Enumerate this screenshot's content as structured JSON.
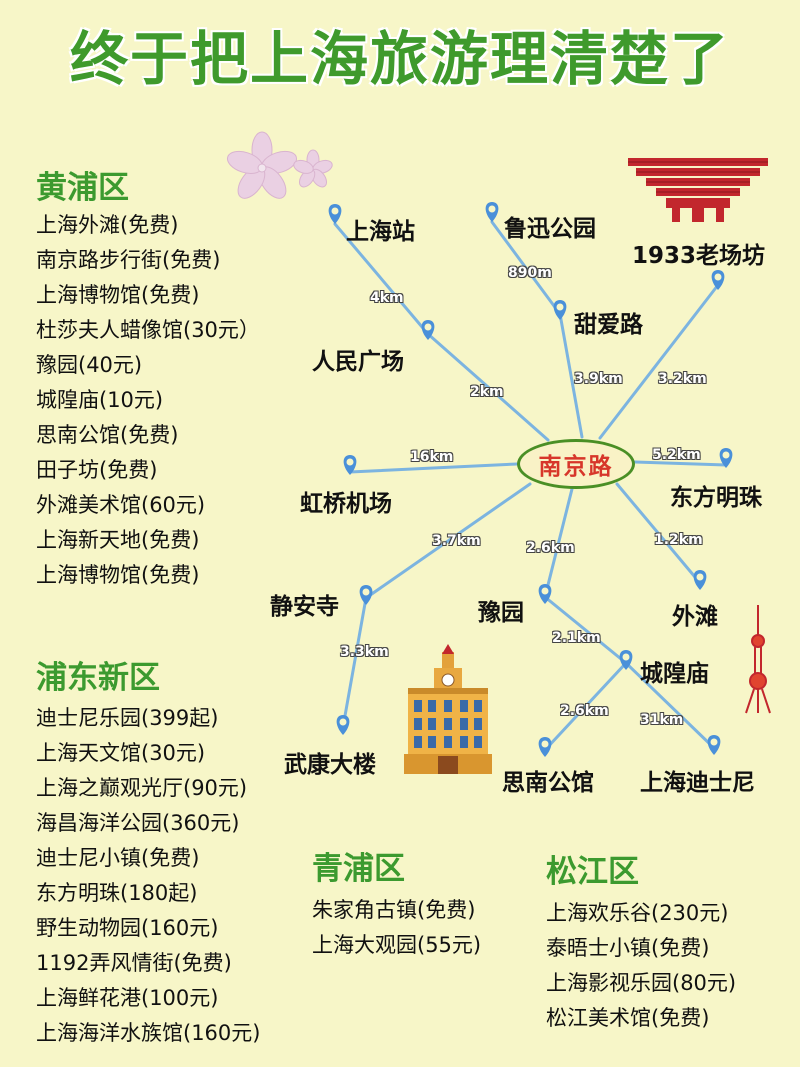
{
  "title": "终于把上海旅游理清楚了",
  "districts": {
    "huangpu": {
      "name": "黄浦区",
      "items": [
        "上海外滩(免费)",
        "南京路步行街(免费)",
        "上海博物馆(免费)",
        "杜莎夫人蜡像馆(30元）",
        "豫园(40元)",
        "城隍庙(10元)",
        "思南公馆(免费)",
        "田子坊(免费)",
        "外滩美术馆(60元)",
        "上海新天地(免费)",
        "上海博物馆(免费)"
      ]
    },
    "pudong": {
      "name": "浦东新区",
      "items": [
        "迪士尼乐园(399起)",
        "上海天文馆(30元)",
        "上海之巅观光厅(90元)",
        "海昌海洋公园(360元)",
        "迪士尼小镇(免费)",
        "东方明珠(180起)",
        "野生动物园(160元)",
        "1192弄风情街(免费)",
        "上海鲜花港(100元)",
        "上海海洋水族馆(160元)"
      ]
    },
    "qingpu": {
      "name": "青浦区",
      "items": [
        "朱家角古镇(免费)",
        "上海大观园(55元)"
      ]
    },
    "songjiang": {
      "name": "松江区",
      "items": [
        "上海欢乐谷(230元)",
        "泰晤士小镇(免费)",
        "上海影视乐园(80元)",
        "松江美术馆(免费)"
      ]
    }
  },
  "map": {
    "center": "南京路",
    "stations": {
      "shanghai_station": "上海站",
      "luxun_park": "鲁迅公园",
      "laochangfang": "1933老场坊",
      "people_square": "人民广场",
      "tianai_road": "甜爱路",
      "hongqiao": "虹桥机场",
      "oriental_pearl": "东方明珠",
      "jingan_temple": "静安寺",
      "yuyuan": "豫园",
      "bund": "外滩",
      "chenghuang_temple": "城隍庙",
      "wukang": "武康大楼",
      "sinan": "思南公馆",
      "disney": "上海迪士尼"
    },
    "distances": {
      "station_people": "4km",
      "luxun_tianai": "890m",
      "people_center": "2km",
      "tianai_center": "3.9km",
      "laochangfang_center": "3.2km",
      "hongqiao_center": "16km",
      "pearl_center": "5.2km",
      "jingan_center": "3.7km",
      "yuyuan_center": "2.6km",
      "bund_center": "1.2km",
      "jingan_wukang": "3.3km",
      "yuyuan_chenghuang": "2.1km",
      "chenghuang_sinan": "2.6km",
      "chenghuang_disney": "31km"
    }
  },
  "colors": {
    "title": "#3f9a2c",
    "district": "#3c9a2f",
    "line": "#7cb4e0",
    "pin": "#4a90d9",
    "center_text": "#d7362a",
    "center_border": "#4a8f25",
    "background": "#f7f6c8"
  },
  "icons": [
    "location-pin-icon",
    "cherry-blossom-icon",
    "china-pavilion-icon",
    "customs-house-icon",
    "oriental-pearl-tower-icon"
  ]
}
